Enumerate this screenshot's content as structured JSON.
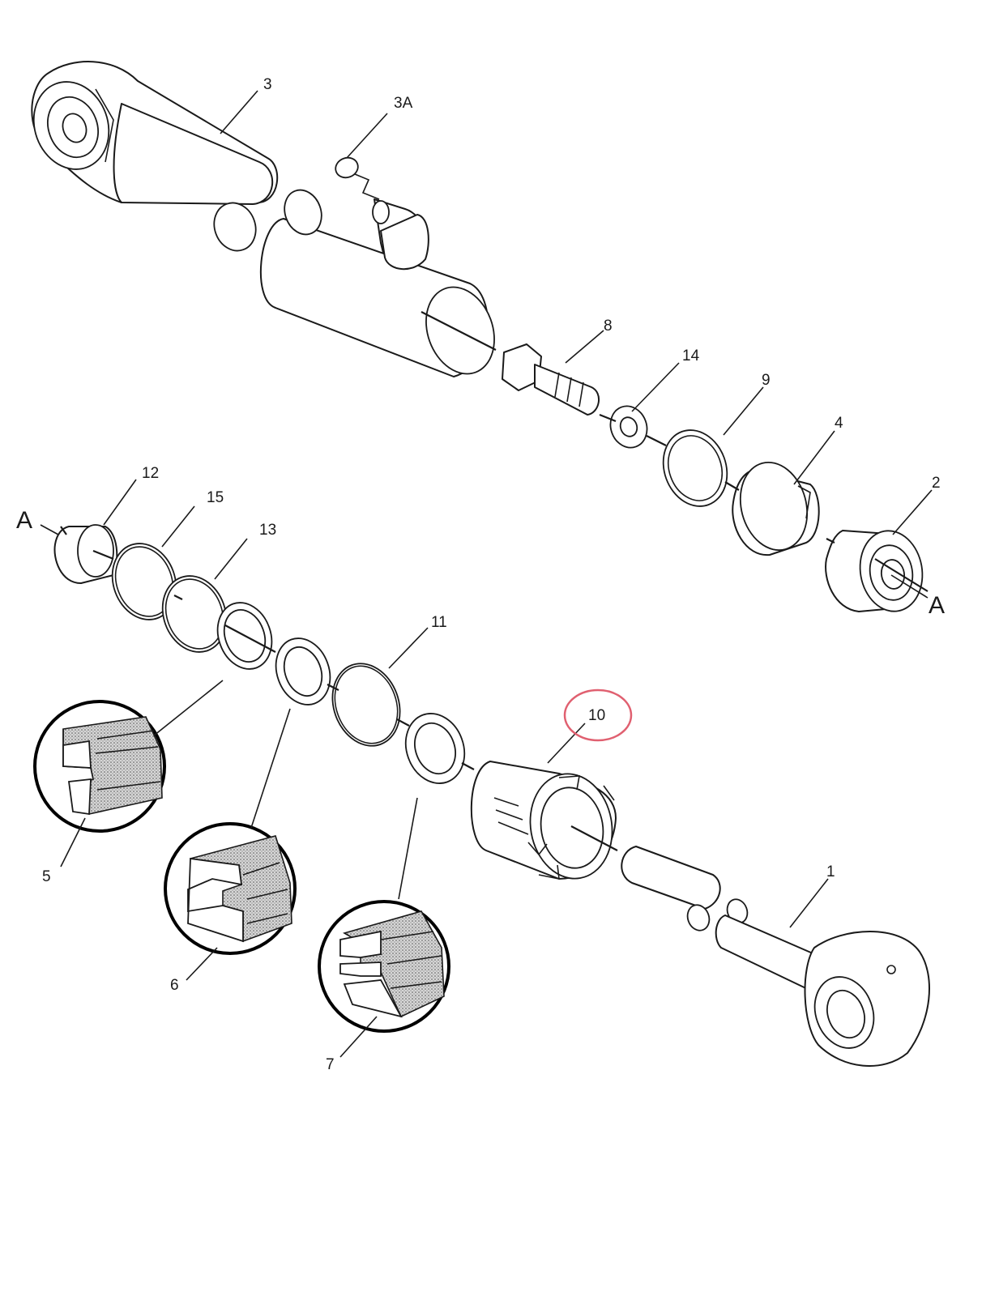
{
  "callouts": {
    "c1": "1",
    "c2": "2",
    "c3": "3",
    "c3a": "3A",
    "c4": "4",
    "c5": "5",
    "c6": "6",
    "c7": "7",
    "c8": "8",
    "c9": "9",
    "c10": "10",
    "c11": "11",
    "c12": "12",
    "c13": "13",
    "c14": "14",
    "c15": "15"
  },
  "section_marks": {
    "left": "A",
    "right": "A"
  },
  "colors": {
    "line": "#1a1a1a",
    "highlight_circle": "#e06070",
    "stipple": "#bdbdbd"
  },
  "highlighted_callout": "10"
}
